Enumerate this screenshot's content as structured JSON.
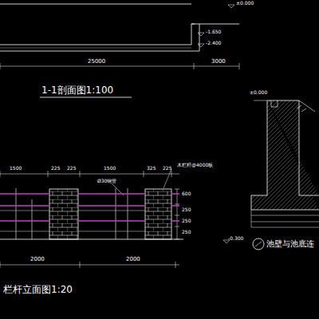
{
  "diagram": {
    "labels": [
      "±0.000",
      "-1.650",
      "-2.400",
      "25000",
      "3000",
      "1-1剖面图1:100",
      "±0.000",
      "1500",
      "225",
      "225",
      "1500",
      "325",
      "225",
      "木栏杆@4000板",
      "Ø30钢管",
      "600",
      "250",
      "250",
      "250",
      "-0.300",
      "2000",
      "2000",
      "栏杆立面图1:20",
      "池壁与池底连"
    ]
  }
}
